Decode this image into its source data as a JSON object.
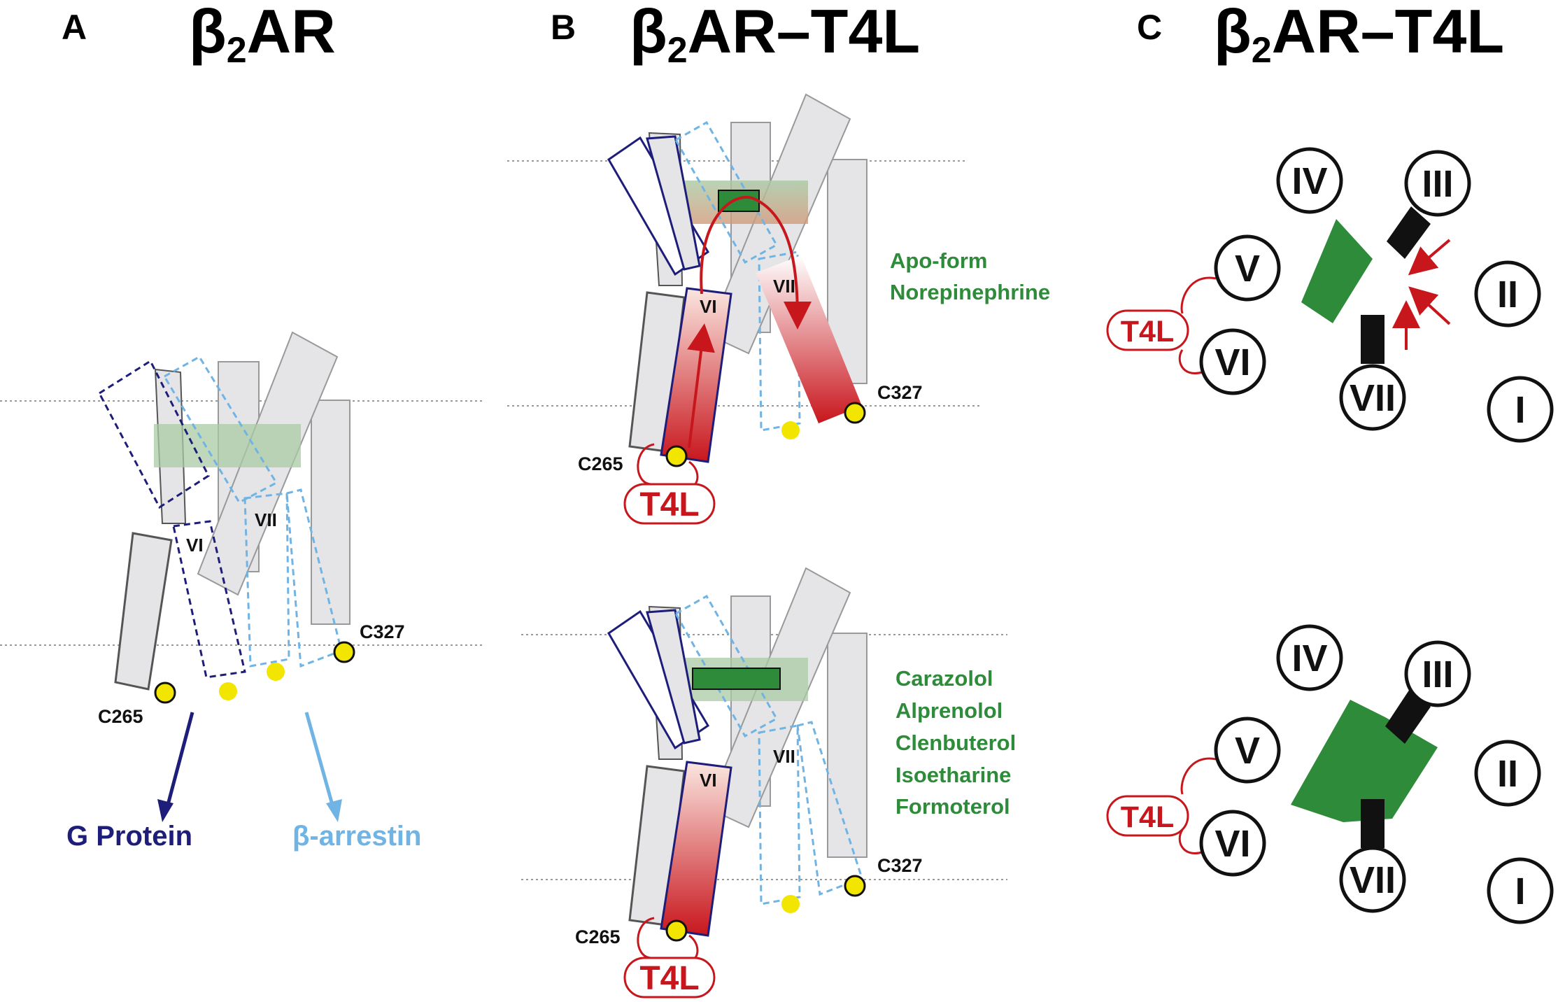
{
  "panels": {
    "a": {
      "letter": "A",
      "title_main": "β",
      "title_sub": "2",
      "title_rest": "AR"
    },
    "b": {
      "letter": "B",
      "title_main": "β",
      "title_sub": "2",
      "title_rest": "AR–T4L"
    },
    "c": {
      "letter": "C",
      "title_main": "β",
      "title_sub": "2",
      "title_rest": "AR–T4L"
    }
  },
  "labels": {
    "helix_vi": "VI",
    "helix_vii": "VII",
    "c265": "C265",
    "c327": "C327",
    "t4l": "T4L",
    "g_protein": "G Protein",
    "beta_arrestin": "β-arrestin"
  },
  "ligands": {
    "top": [
      "Apo-form",
      "Norepinephrine"
    ],
    "bottom": [
      "Carazolol",
      "Alprenolol",
      "Clenbuterol",
      "Isoetharine",
      "Formoterol"
    ]
  },
  "helix_wheel": {
    "numerals": [
      "I",
      "II",
      "III",
      "IV",
      "V",
      "VI",
      "VII"
    ],
    "t4l": "T4L"
  },
  "colors": {
    "g_protein": "#1e1e7a",
    "beta_arrestin": "#6fb4e4",
    "t4l_red": "#c8161d",
    "ligand_green": "#2e8b3a",
    "membrane_green": "#a9c9a3",
    "helix_gray": "#e5e5e7",
    "label_yellow": "#f2e600"
  }
}
